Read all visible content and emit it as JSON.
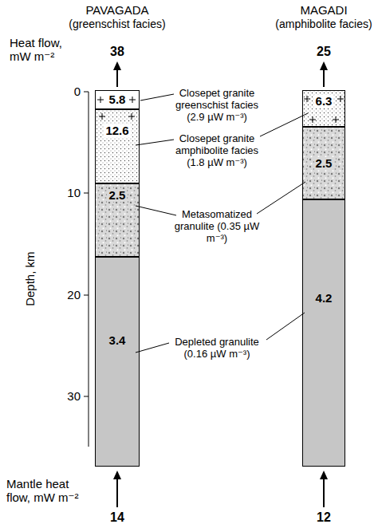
{
  "diagram": {
    "nodes": [
      {
        "text": [
          "5.8"
        ]
      },
      {
        "text": [
          "12.6"
        ]
      },
      {
        "text": [
          "2.5"
        ]
      },
      {
        "text": [
          "3.4"
        ]
      },
      {
        "text": [
          "6.3"
        ]
      },
      {
        "text": [
          "2.5"
        ]
      },
      {
        "text": [
          "4.2"
        ]
      }
    ],
    "labels": [
      "PAVAGADA",
      "(greenschist facies)",
      "MAGADI",
      "(amphibolite facies)",
      "Heat flow, mW m⁻²",
      "38",
      "25",
      "Closepet granite greenschist facies (2.9 µW m⁻³)",
      "Closepet granite amphibolite facies (1.8 µW m⁻³)",
      "Metasomatized granulite (0.35 µW m⁻³)",
      "Depleted granulite (0.16 µW m⁻³)",
      "Depth, km",
      "0",
      "10",
      "20",
      "30",
      "Mantle heat flow, mW m⁻²",
      "14",
      "12"
    ]
  }
}
